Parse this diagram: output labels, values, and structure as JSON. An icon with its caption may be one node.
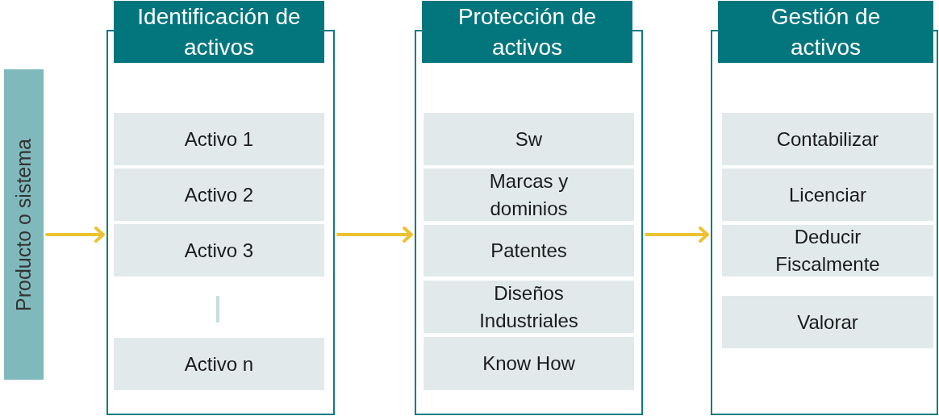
{
  "diagram": {
    "nodes": [
      {
        "text": [
          "Producto o sistema"
        ]
      },
      {
        "text": [
          "Identificación de activos"
        ]
      },
      {
        "text": [
          "Activo 1"
        ],
        "in": 1
      },
      {
        "text": [
          "Activo 2"
        ],
        "in": 1
      },
      {
        "text": [
          "Activo 3"
        ],
        "in": 1
      },
      {
        "text": [
          "Activo n"
        ],
        "in": 1
      },
      {
        "text": [
          "Protección de activos"
        ]
      },
      {
        "text": [
          "Sw"
        ],
        "in": 6
      },
      {
        "text": [
          "Marcas y dominios"
        ],
        "in": 6
      },
      {
        "text": [
          "Patentes"
        ],
        "in": 6
      },
      {
        "text": [
          "Diseños Industriales"
        ],
        "in": 6
      },
      {
        "text": [
          "Know How"
        ],
        "in": 6
      },
      {
        "text": [
          "Gestión de activos"
        ]
      },
      {
        "text": [
          "Contabilizar"
        ],
        "in": 12
      },
      {
        "text": [
          "Licenciar"
        ],
        "in": 12
      },
      {
        "text": [
          "Deducir Fiscalmente"
        ],
        "in": 12
      },
      {
        "text": [
          "Valorar"
        ],
        "in": 12
      }
    ],
    "edges": [
      {
        "from": 0,
        "to": 1,
        "arrow": "to"
      },
      {
        "from": 1,
        "to": 6,
        "arrow": "to"
      },
      {
        "from": 6,
        "to": 12,
        "arrow": "to"
      }
    ]
  }
}
